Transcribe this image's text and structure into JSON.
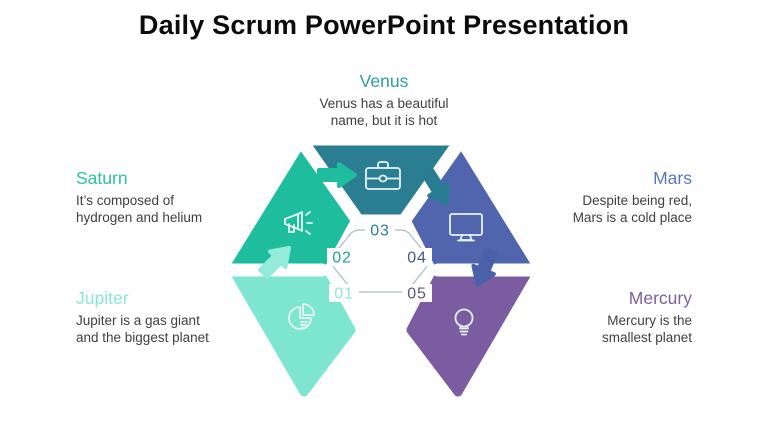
{
  "slide": {
    "title": "Daily Scrum PowerPoint Presentation",
    "background_color": "#ffffff",
    "title_color": "#0c0c0c"
  },
  "steps": {
    "jupiter": {
      "name": "Jupiter",
      "number": "01",
      "line1": "Jupiter is a gas giant",
      "line2": "and the biggest planet",
      "heading_color": "#88e7d2",
      "segment_color": "#7ee6d0",
      "number_color": "#8fe6d3",
      "icon": "pie-chart-icon",
      "position": "bottom-left"
    },
    "saturn": {
      "name": "Saturn",
      "number": "02",
      "line1": "It’s composed of",
      "line2": "hydrogen and helium",
      "heading_color": "#2ebfa2",
      "segment_color": "#1ebd9e",
      "number_color": "#21a38c",
      "icon": "megaphone-icon",
      "position": "upper-left"
    },
    "venus": {
      "name": "Venus",
      "number": "03",
      "line1": "Venus has a beautiful",
      "line2": "name, but it is hot",
      "heading_color": "#2f9e9b",
      "segment_color": "#2b7e91",
      "number_color": "#2b7e91",
      "icon": "briefcase-icon",
      "position": "top"
    },
    "mars": {
      "name": "Mars",
      "number": "04",
      "line1": "Despite being red,",
      "line2": "Mars is a cold place",
      "heading_color": "#5b76bb",
      "segment_color": "#5065ae",
      "number_color": "#44597c",
      "icon": "monitor-icon",
      "position": "upper-right"
    },
    "mercury": {
      "name": "Mercury",
      "number": "05",
      "line1": "Mercury is the",
      "line2": "smallest planet",
      "heading_color": "#7e5f9e",
      "segment_color": "#7b5ca0",
      "number_color": "#5d5674",
      "icon": "lightbulb-icon",
      "position": "bottom-right"
    }
  },
  "flow_arrows": [
    {
      "from": "jupiter",
      "to": "saturn",
      "color": "#93ebd9",
      "direction": "up-right"
    },
    {
      "from": "saturn",
      "to": "venus",
      "color": "#1ebd9e",
      "direction": "right"
    },
    {
      "from": "venus",
      "to": "mars",
      "color": "#2a7d91",
      "direction": "down-right"
    },
    {
      "from": "mars",
      "to": "mercury",
      "color": "#4a60a8",
      "direction": "down"
    }
  ]
}
